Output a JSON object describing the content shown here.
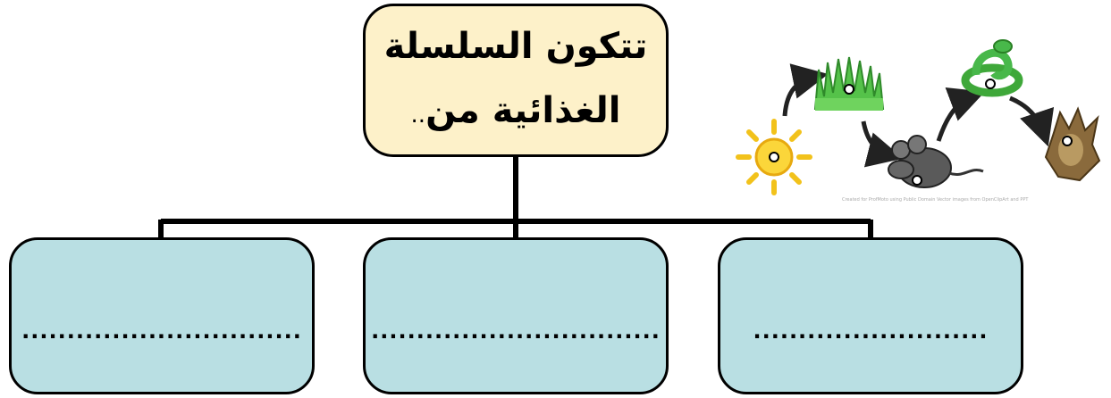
{
  "title": {
    "line1": "تتكون السلسلة",
    "line2": "الغذائية من",
    "line2_suffix": ".."
  },
  "boxes": [
    {
      "id": "left",
      "placeholder": "..............................."
    },
    {
      "id": "middle",
      "placeholder": "................................"
    },
    {
      "id": "right",
      "placeholder": ".........................."
    }
  ],
  "food_chain": {
    "items": [
      "sun-icon",
      "grass-icon",
      "mouse-icon",
      "snake-icon",
      "owl-icon"
    ],
    "credit": "Created for ProfMoto using Public Domain Vector images from OpenClipArt and PPT"
  },
  "colors": {
    "title_fill": "#fdf1c9",
    "box_fill": "#b9dfe3",
    "stroke": "#000000"
  }
}
